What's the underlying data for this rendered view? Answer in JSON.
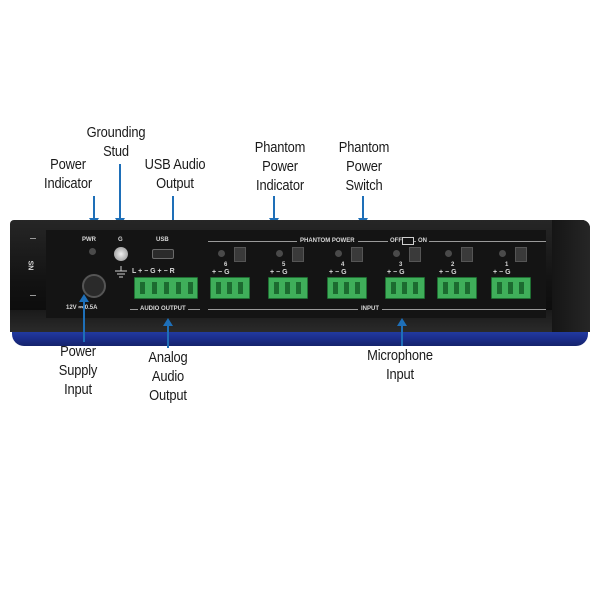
{
  "callouts": {
    "power_indicator": [
      "Power",
      "Indicator"
    ],
    "grounding_stud": [
      "Grounding",
      "Stud"
    ],
    "usb_audio_output": [
      "USB Audio",
      "Output"
    ],
    "phantom_power_indicator": [
      "Phantom",
      "Power",
      "Indicator"
    ],
    "phantom_power_switch": [
      "Phantom",
      "Power",
      "Switch"
    ],
    "power_supply_input": [
      "Power",
      "Supply",
      "Input"
    ],
    "analog_audio_output": [
      "Analog",
      "Audio",
      "Output"
    ],
    "microphone_input": [
      "Microphone",
      "Input"
    ]
  },
  "panel_labels": {
    "pwr": "PWR",
    "g": "G",
    "usb": "USB",
    "phantom_power": "PHANTOM POWER",
    "off": "OFF",
    "on": "ON",
    "audio_output": "AUDIO OUTPUT",
    "input": "INPUT",
    "power_rating": "12V ⎓ 0.5A",
    "sn": "SN",
    "audio_pins": "L +  −  G +  −  R",
    "channel_pins": "+ − G",
    "channels": [
      "6",
      "5",
      "4",
      "3",
      "2",
      "1"
    ]
  },
  "colors": {
    "accent_blue": "#1e6fb8",
    "connector_green": "#3fae5a",
    "device_black": "#141414",
    "device_blue": "#2a4fbf"
  },
  "icons": [
    "ground-symbol-icon",
    "usb-port-icon",
    "arrow-icon"
  ]
}
